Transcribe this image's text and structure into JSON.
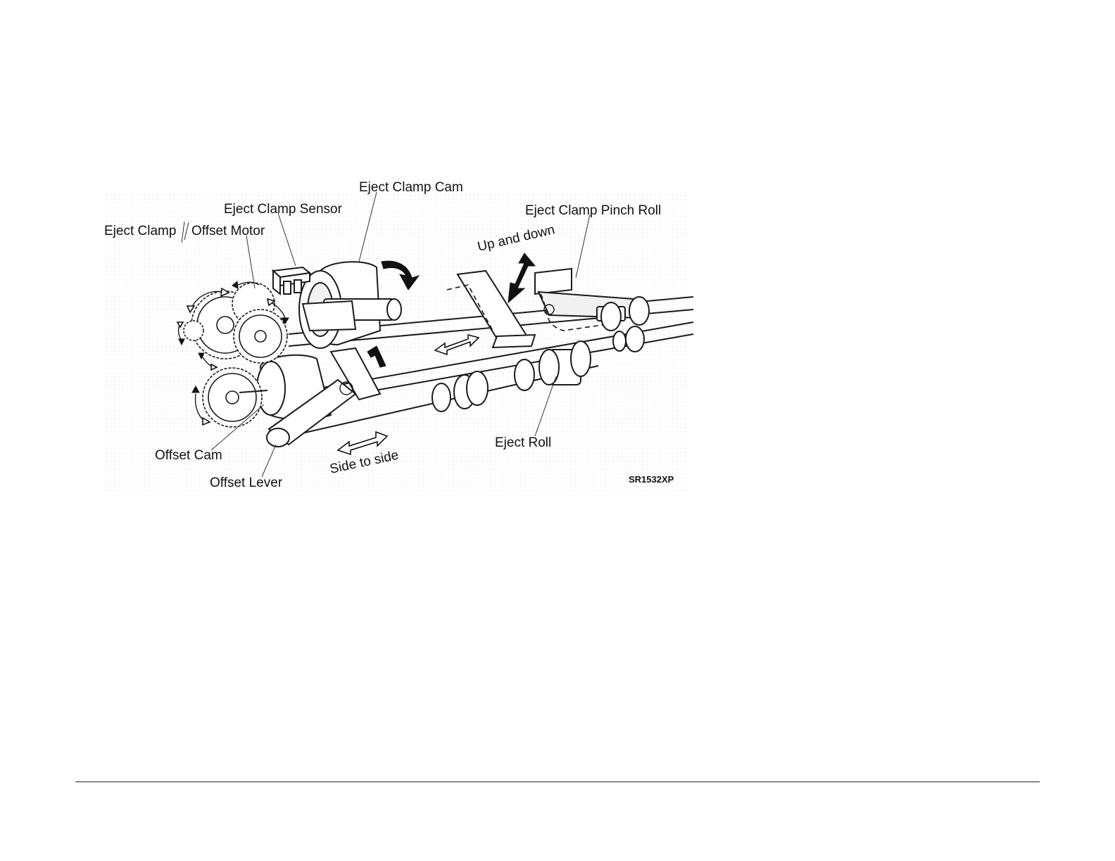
{
  "figure": {
    "labels": {
      "eject_clamp_cam": "Eject Clamp Cam",
      "eject_clamp_sensor": "Eject Clamp Sensor",
      "eject_clamp_pinch_roll": "Eject Clamp Pinch Roll",
      "eject_clamp_offset_motor_left": "Eject Clamp",
      "eject_clamp_offset_motor_right": "Offset Motor",
      "up_and_down": "Up and down",
      "side_to_side": "Side to side",
      "offset_cam": "Offset Cam",
      "offset_lever": "Offset Lever",
      "eject_roll": "Eject Roll"
    },
    "figure_code": "SR1532XP"
  }
}
